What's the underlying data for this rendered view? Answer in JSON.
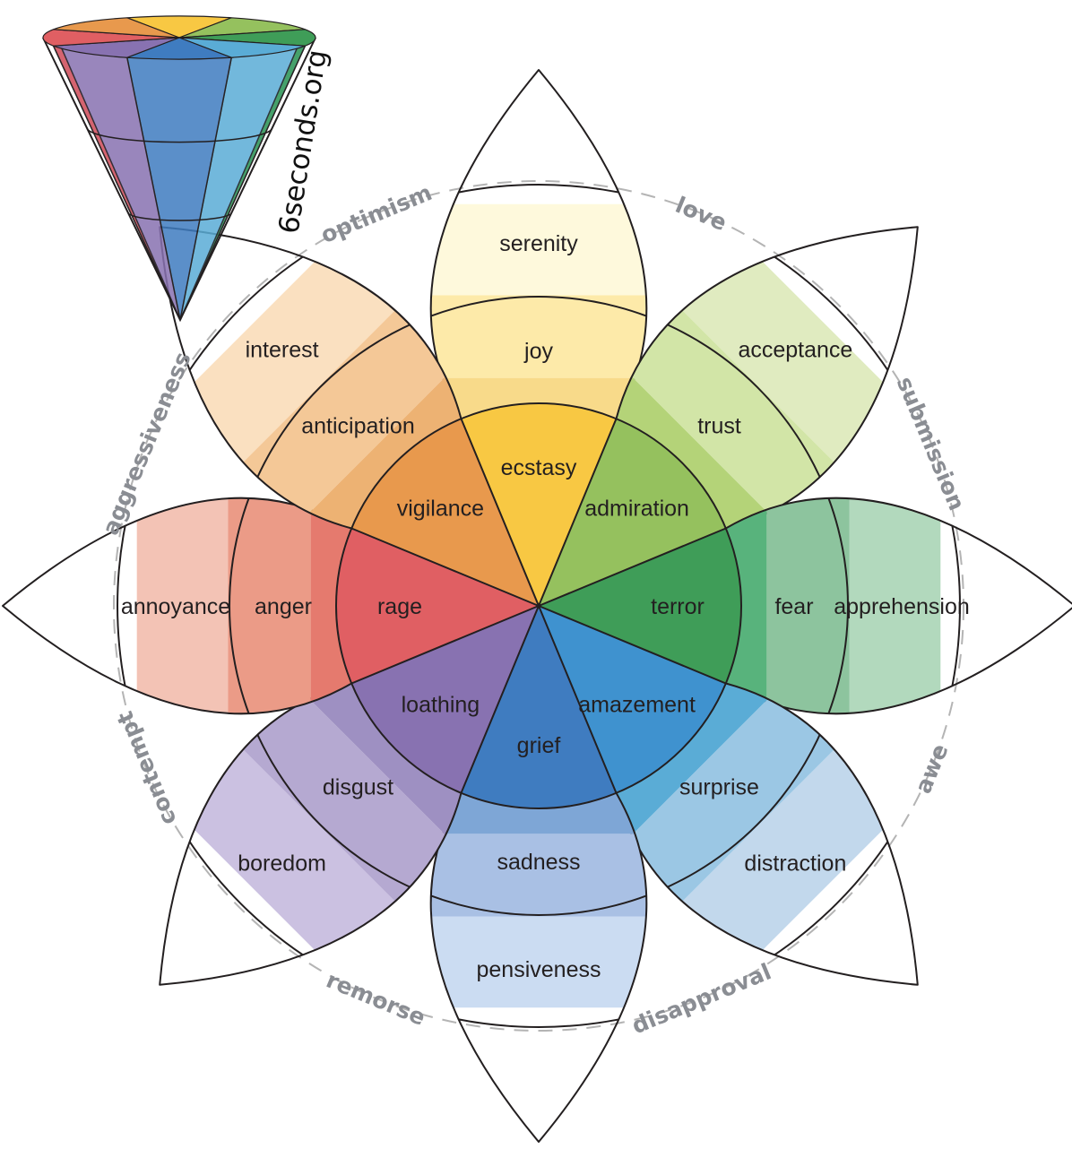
{
  "credit": "6seconds.org",
  "petals": [
    {
      "key": "joy",
      "bearing": 0,
      "inner": "ecstasy",
      "middle": "joy",
      "outer": "serenity",
      "colors": {
        "inner": "#f8c843",
        "middle": "#f8da8a",
        "outer": "#fdeaa9",
        "tip": "#fef9dc"
      }
    },
    {
      "key": "trust",
      "bearing": 45,
      "inner": "admiration",
      "middle": "trust",
      "outer": "acceptance",
      "colors": {
        "inner": "#95c15e",
        "middle": "#b4d378",
        "outer": "#d2e5a7",
        "tip": "#e0ebc0"
      }
    },
    {
      "key": "fear",
      "bearing": 90,
      "inner": "terror",
      "middle": "fear",
      "outer": "apprehension",
      "colors": {
        "inner": "#3f9d58",
        "middle": "#58b37c",
        "outer": "#8dc49e",
        "tip": "#b2d9bd"
      }
    },
    {
      "key": "surprise",
      "bearing": 135,
      "inner": "amazement",
      "middle": "surprise",
      "outer": "distraction",
      "colors": {
        "inner": "#3f92cf",
        "middle": "#5aacd6",
        "outer": "#9bc7e4",
        "tip": "#c2d8ec"
      }
    },
    {
      "key": "sadness",
      "bearing": 180,
      "inner": "grief",
      "middle": "sadness",
      "outer": "pensiveness",
      "colors": {
        "inner": "#3f7cc0",
        "middle": "#7ea6d6",
        "outer": "#a9c0e4",
        "tip": "#cbdcf2"
      }
    },
    {
      "key": "disgust",
      "bearing": 225,
      "inner": "loathing",
      "middle": "disgust",
      "outer": "boredom",
      "colors": {
        "inner": "#8872b1",
        "middle": "#9e90c2",
        "outer": "#b5a9d1",
        "tip": "#cbc1e1"
      }
    },
    {
      "key": "anger",
      "bearing": 270,
      "inner": "rage",
      "middle": "anger",
      "outer": "annoyance",
      "colors": {
        "inner": "#e05f63",
        "middle": "#e57a6e",
        "outer": "#eb9b87",
        "tip": "#f3c3b5"
      }
    },
    {
      "key": "anticipation",
      "bearing": 315,
      "inner": "vigilance",
      "middle": "anticipation",
      "outer": "interest",
      "colors": {
        "inner": "#e8994d",
        "middle": "#edb273",
        "outer": "#f4c897",
        "tip": "#fae0c0"
      }
    }
  ],
  "dyads": [
    {
      "label": "love",
      "bearing": 22.5
    },
    {
      "label": "submission",
      "bearing": 67.5
    },
    {
      "label": "awe",
      "bearing": 112.5
    },
    {
      "label": "disapproval",
      "bearing": 157.5
    },
    {
      "label": "remorse",
      "bearing": 202.5
    },
    {
      "label": "contempt",
      "bearing": 247.5
    },
    {
      "label": "aggressiveness",
      "bearing": 292.5
    },
    {
      "label": "optimism",
      "bearing": 337.5
    }
  ],
  "cone_colors": [
    "#f8c843",
    "#95c15e",
    "#3f9d58",
    "#5aacd6",
    "#3f7cc0",
    "#8872b1",
    "#e05f63",
    "#e8994d"
  ]
}
